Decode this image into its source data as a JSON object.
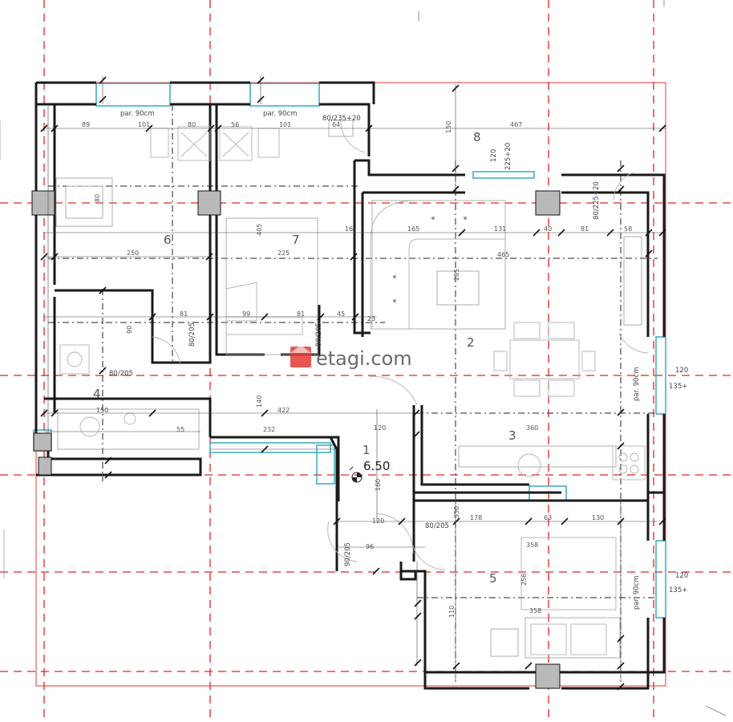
{
  "watermark": {
    "text": "etagi.com",
    "accent_color": "#e53935"
  },
  "level_marker": "6.50",
  "rooms": [
    "1",
    "2",
    "3",
    "4",
    "5",
    "6",
    "7",
    "8"
  ],
  "labels": {
    "window_1": "par. 90cm",
    "window_2": "par. 90cm",
    "window_3": "par. 90cm",
    "window_4": "par. 90cm",
    "door_a": "80/235+20",
    "door_b": "80/225+20",
    "door_c": "80/205",
    "door_d": "80/205",
    "door_e": "80/205",
    "door_f": "80/205",
    "door_g": "90/205",
    "opening_1": "120",
    "opening_2": "135+",
    "opening_3": "120",
    "opening_4": "135+",
    "stack_1": "120",
    "stack_2": "225+20"
  },
  "dimensions": {
    "d89": "89",
    "d101a": "101",
    "d80a": "80",
    "d56": "56",
    "d101b": "101",
    "d64": "64",
    "d467": "467",
    "d150a": "150",
    "d250": "250",
    "d225": "225",
    "d405": "405",
    "d165": "165",
    "d131": "131",
    "d465": "465",
    "d81a": "81",
    "d40": "40",
    "d58": "58",
    "d285": "285",
    "d99": "99",
    "d81b": "81",
    "d45": "45",
    "d81c": "81",
    "d140": "140",
    "d422": "422",
    "d150b": "150",
    "d55": "55",
    "d232": "232",
    "d120a": "120",
    "d360": "360",
    "d178": "178",
    "d63": "63",
    "d130": "130",
    "d96": "96",
    "d256": "256",
    "d358a": "358",
    "d358b": "358",
    "d120b": "120",
    "d160": "160",
    "d80b": "80",
    "d350": "350",
    "d90": "90",
    "d110": "110",
    "d16": "16",
    "d23": "23"
  },
  "colors": {
    "axis": "#e02424",
    "window": "#2aa6b8",
    "wall": "#1a1a1a",
    "column": "#b9b9b9"
  }
}
